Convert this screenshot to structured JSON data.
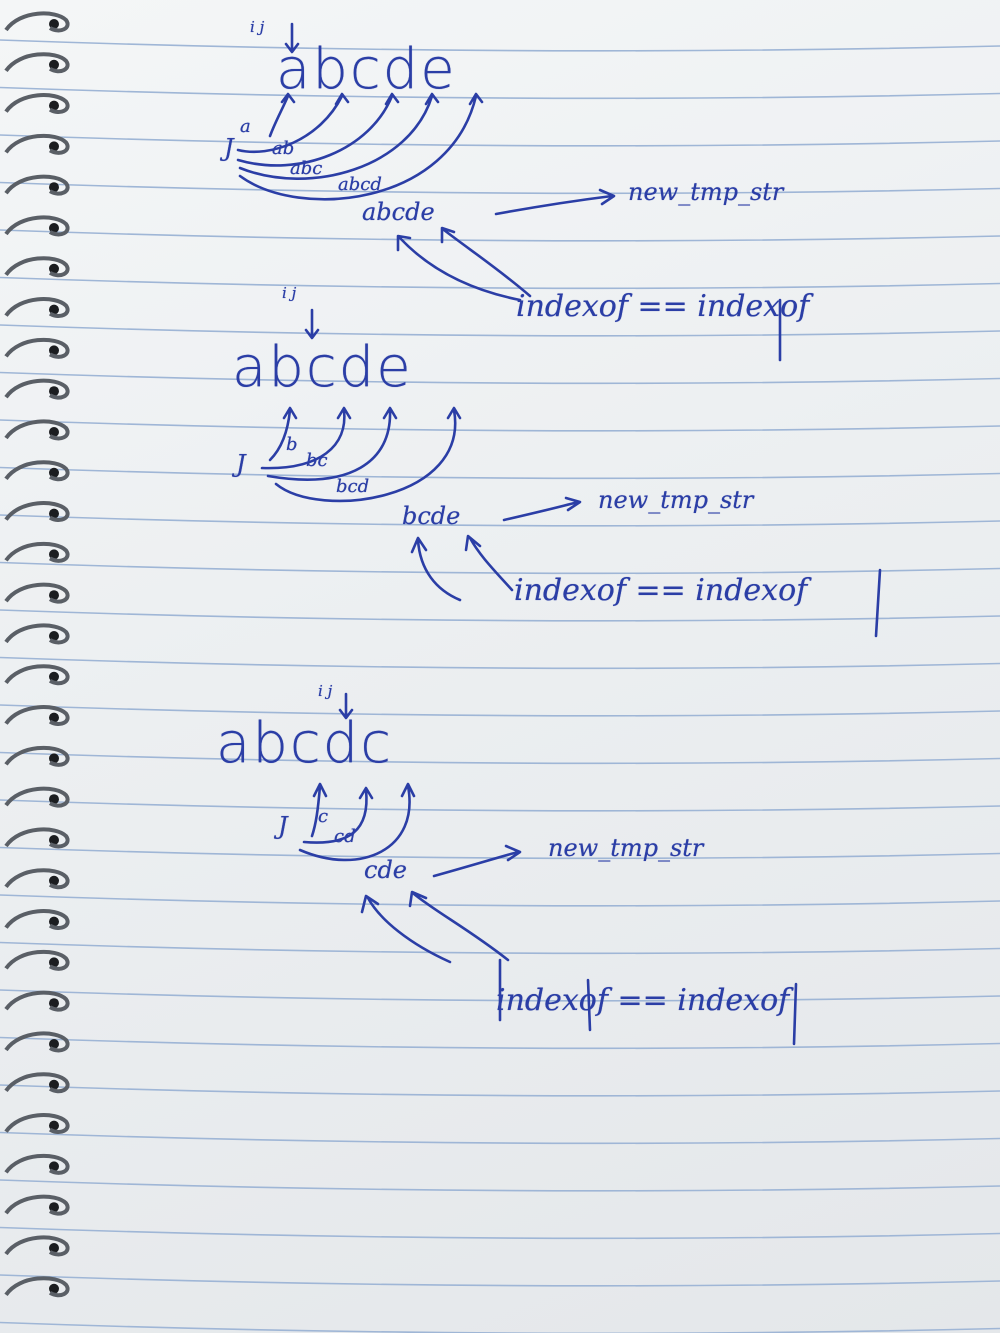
{
  "notebook": {
    "paper_color": "#eef0f2",
    "rule_color": "#9fb6d6",
    "ink_color": "#2b3ea6"
  },
  "diagrams": [
    {
      "indices": "i j",
      "string": "abcde",
      "j_label": "J",
      "substrings": [
        "a",
        "ab",
        "abc",
        "abcd",
        "abcde"
      ],
      "arrow_label": "new_tmp_str",
      "condition": "indexof == indexof"
    },
    {
      "indices": "i j",
      "string": "abcde",
      "j_label": "J",
      "substrings": [
        "b",
        "bc",
        "bcd",
        "bcde"
      ],
      "arrow_label": "new_tmp_str",
      "condition": "indexof == indexof"
    },
    {
      "indices": "i j",
      "string": "abcdc",
      "j_label": "J",
      "substrings": [
        "c",
        "cd",
        "cde"
      ],
      "arrow_label": "new_tmp_str",
      "condition": "indexof == indexof"
    }
  ]
}
